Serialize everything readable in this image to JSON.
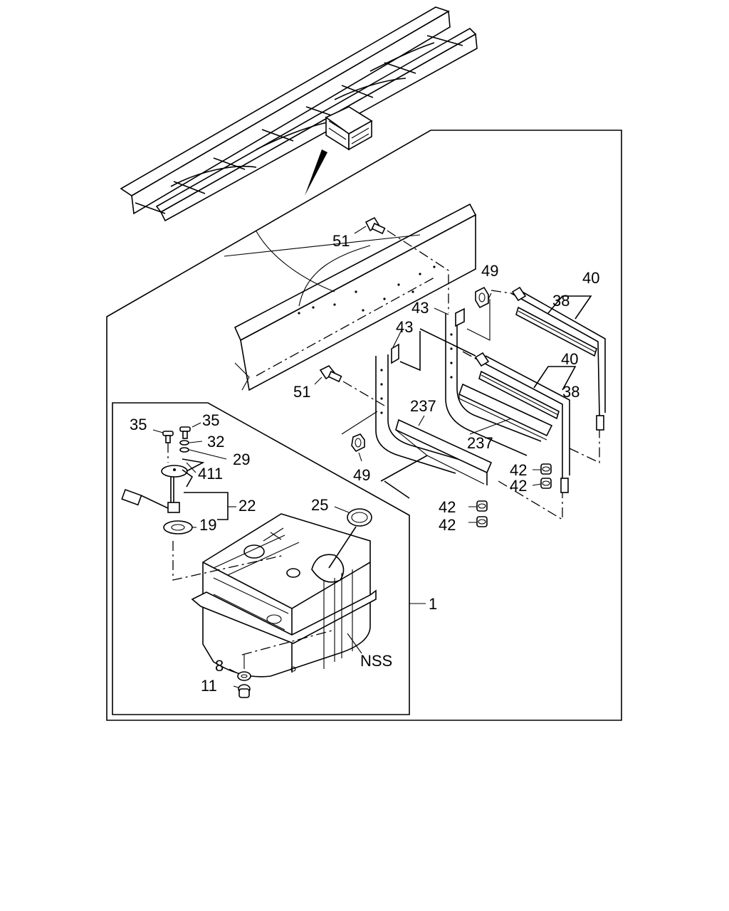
{
  "callouts": {
    "c51a": "51",
    "c49a": "49",
    "c40a": "40",
    "c38a": "38",
    "c43a": "43",
    "c43b": "43",
    "c40b": "40",
    "c38b": "38",
    "c51b": "51",
    "c237a": "237",
    "c237b": "237",
    "c35a": "35",
    "c35b": "35",
    "c32": "32",
    "c29": "29",
    "c411": "411",
    "c49b": "49",
    "c42a": "42",
    "c42b": "42",
    "c42c": "42",
    "c42d": "42",
    "c22": "22",
    "c25": "25",
    "c19": "19",
    "c1": "1",
    "cNSS": "NSS",
    "c8": "8",
    "c11": "11"
  }
}
